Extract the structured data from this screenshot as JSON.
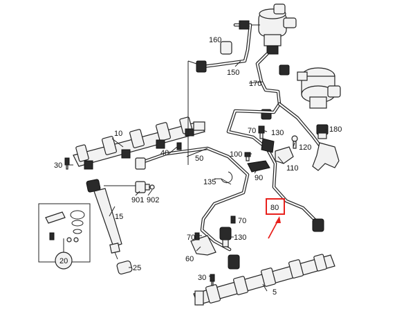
{
  "diagram": {
    "labels": {
      "p5": "5",
      "p10": "10",
      "p15": "15",
      "p20": "20",
      "p25": "25",
      "p30a": "30",
      "p30b": "30",
      "p40": "40",
      "p50": "50",
      "p60": "60",
      "p70a": "70",
      "p70b": "70",
      "p70c": "70",
      "p80": "80",
      "p90": "90",
      "p100": "100",
      "p110": "110",
      "p120": "120",
      "p130a": "130",
      "p130b": "130",
      "p135": "135",
      "p150": "150",
      "p160": "160",
      "p170": "170",
      "p180": "180",
      "p901": "901",
      "p902": "902"
    },
    "highlight_color": "#e8201c"
  }
}
